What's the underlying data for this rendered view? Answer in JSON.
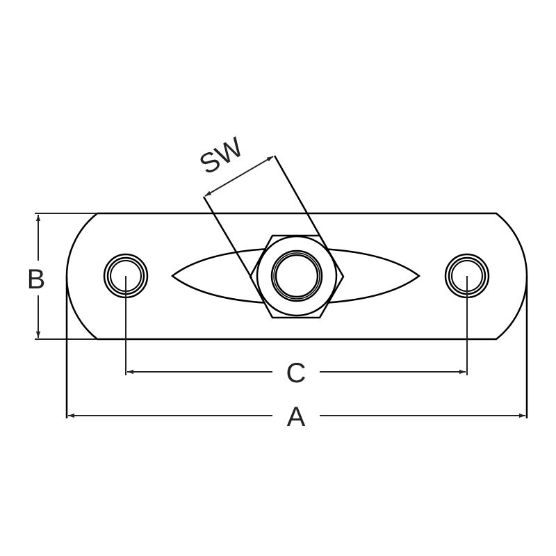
{
  "labels": {
    "a": "A",
    "b": "B",
    "c": "C",
    "sw": "SW"
  },
  "colors": {
    "line": "#000000",
    "dimension": "#222222",
    "background": "#ffffff"
  }
}
